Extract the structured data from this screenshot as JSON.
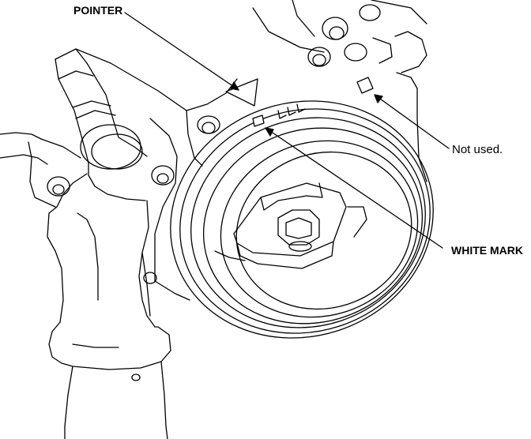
{
  "labels": {
    "pointer": "POINTER",
    "white_mark": "WHITE MARK",
    "not_used": "Not used."
  },
  "colors": {
    "line": "#000000",
    "background": "#ffffff"
  }
}
